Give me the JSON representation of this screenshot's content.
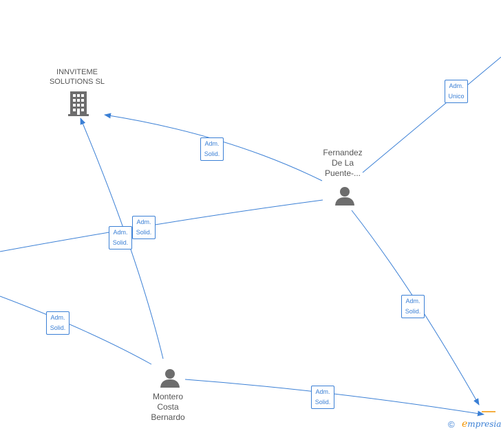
{
  "nodes": {
    "company": {
      "name_line1": "INNVITEME",
      "name_line2": "SOLUTIONS  SL",
      "icon": "building-icon"
    },
    "fernandez": {
      "line1": "Fernandez",
      "line2": "De La",
      "line3": "Puente-...",
      "icon": "person-icon"
    },
    "montero": {
      "line1": "Montero",
      "line2": "Costa",
      "line3": "Bernardo",
      "icon": "person-icon"
    }
  },
  "edges": {
    "fernandez_to_company": {
      "line1": "Adm.",
      "line2": "Solid."
    },
    "fernandez_to_offscreen_top": {
      "line1": "Adm.",
      "line2": "Unico"
    },
    "fernandez_to_left": {
      "line1": "Adm.",
      "line2": "Solid."
    },
    "montero_to_company": {
      "line1": "Adm.",
      "line2": "Solid."
    },
    "left_to_montero": {
      "line1": "Adm.",
      "line2": "Solid."
    },
    "fernandez_to_bottom_right": {
      "line1": "Adm.",
      "line2": "Solid."
    },
    "montero_to_bottom_right": {
      "line1": "Adm.",
      "line2": "Solid."
    }
  },
  "footer": {
    "copyright_symbol": "©",
    "brand_first": "e",
    "brand_rest": "mpresia"
  },
  "colors": {
    "edge": "#3a7fd5",
    "icon": "#6d6d6d",
    "brand_accent": "#f29400"
  }
}
